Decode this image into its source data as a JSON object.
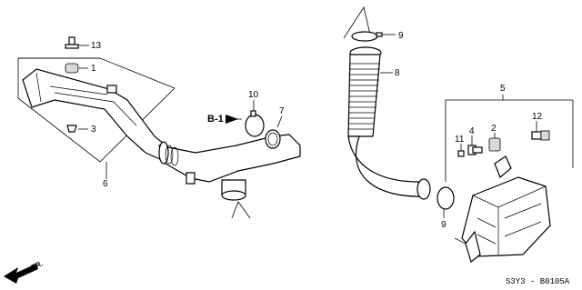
{
  "callouts": {
    "c1": "1",
    "c2": "2",
    "c3": "3",
    "c4": "4",
    "c5": "5",
    "c6": "6",
    "c7": "7",
    "c8": "8",
    "c9a": "9",
    "c9b": "9",
    "c10": "10",
    "c11": "11",
    "c12": "12",
    "c13": "13"
  },
  "ref_label": "B-1",
  "front_label": "FR.",
  "diagram_code": "S3Y3 - B0105A"
}
